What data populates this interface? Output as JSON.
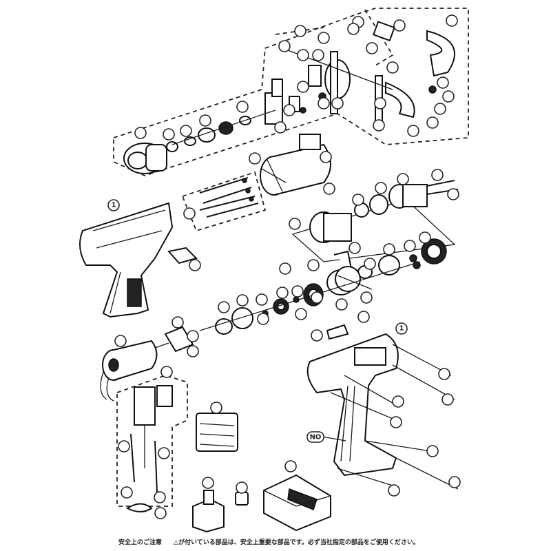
{
  "diagram": {
    "type": "exploded parts diagram",
    "subject": "cordless drill/driver",
    "labels": {
      "housing_left": "1",
      "housing_right": "1",
      "nameplate": "NO"
    },
    "callouts_legible": [
      "1",
      "1",
      "NO"
    ],
    "assemblies": [
      "gear/chuck assembly (top, dashed box)",
      "clutch cover & screws",
      "housing left half",
      "motor",
      "planetary gear train",
      "switch assembly (dashed box)",
      "carrying case",
      "battery pack",
      "battery cap",
      "charger",
      "housing right half"
    ]
  },
  "footer": {
    "title": "安全上のご注意",
    "text": "△が付いている部品は、安全上重要な部品です。必ず当社指定の部品をご使用ください。"
  }
}
